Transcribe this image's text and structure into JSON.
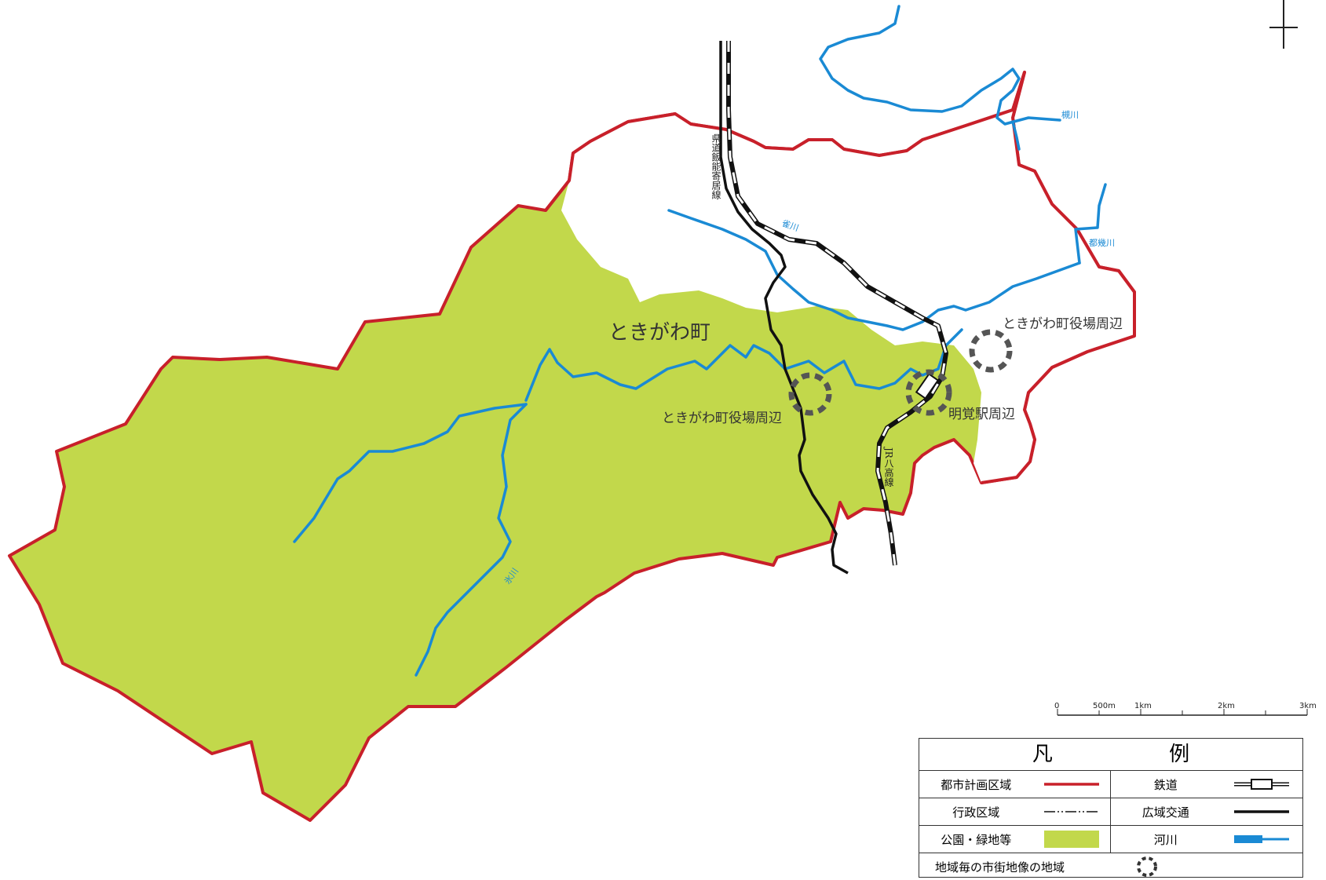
{
  "map": {
    "town_label": "ときがわ町",
    "places": [
      {
        "id": "tokigawa-office-1",
        "label": "ときがわ町役場周辺"
      },
      {
        "id": "tokigawa-office-2",
        "label": "ときがわ町役場周辺"
      },
      {
        "id": "myokaku-station",
        "label": "明覚駅周辺"
      }
    ],
    "roads": {
      "prefectural": "県道飯能寄居線",
      "jr": "JR八高線"
    },
    "rivers": [
      "槻川",
      "雀川",
      "都幾川",
      "氷川"
    ],
    "scale": {
      "ticks": [
        "0",
        "500m",
        "1km",
        "2km",
        "3km"
      ]
    },
    "colors": {
      "boundary": "#c8202a",
      "green": "#c2d84b",
      "river": "#1a8ad4",
      "road": "#111111",
      "marker": "#555555"
    }
  },
  "legend": {
    "title": "凡 例",
    "rows": [
      {
        "left_label": "都市計画区域",
        "left_symbol": "red-line",
        "right_label": "鉄道",
        "right_symbol": "railway"
      },
      {
        "left_label": "行政区域",
        "left_symbol": "dash-dot-line",
        "right_label": "広域交通",
        "right_symbol": "black-line"
      },
      {
        "left_label": "公園・緑地等",
        "left_symbol": "green-fill",
        "right_label": "河川",
        "right_symbol": "blue-line"
      },
      {
        "left_label": "地域毎の市街地像の地域",
        "left_symbol": "dashed-circle"
      }
    ]
  }
}
